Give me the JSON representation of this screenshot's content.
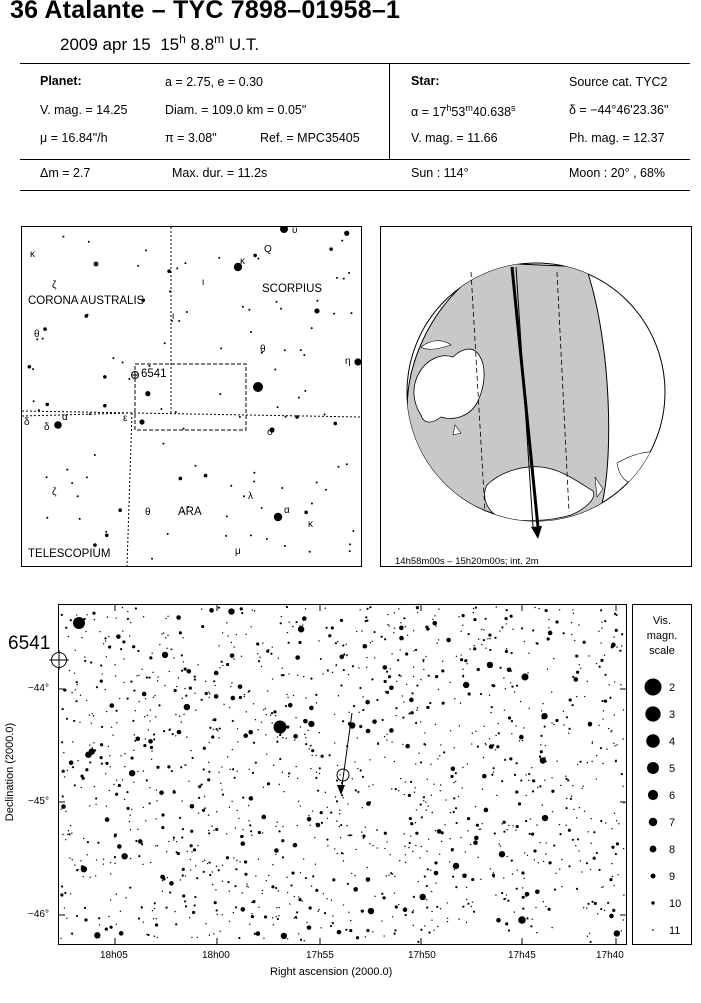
{
  "header": {
    "title": "36 Atalante  –  TYC 7898–01958–1",
    "date": "2009 apr 15",
    "time_hour": "15",
    "time_hour_sup": "h",
    "time_min": " 8.8",
    "time_min_sup": "m",
    "time_suffix": " U.T."
  },
  "planet": {
    "heading": "Planet:",
    "orbit": "a = 2.75, e = 0.30",
    "vmag": "V. mag. = 14.25",
    "diam": "Diam. = 109.0 km = 0.05\"",
    "mu": "μ = 16.84\"/h",
    "pi": "π = 3.08\"",
    "ref": "Ref. = MPC35405"
  },
  "star": {
    "heading": "Star:",
    "source": "Source cat.  TYC2",
    "alpha_pre": "α = 17",
    "alpha_h": "h",
    "alpha_m_val": "53",
    "alpha_m": "m",
    "alpha_s_val": "40.638",
    "alpha_s": "s",
    "delta": "δ = −44°46'23.36\"",
    "vmag": "V. mag. = 11.66",
    "phmag": "Ph. mag. = 12.37"
  },
  "summary": {
    "dm": "Δm = 2.7",
    "maxdur": "Max. dur. = 11.2s",
    "sun": "Sun : 114°",
    "moon": "Moon :  20° , 68%"
  },
  "finder": {
    "labels": {
      "corona": "CORONA AUSTRALIS",
      "scorpius": "SCORPIUS",
      "telescopium": "TELESCOPIUM",
      "ara": "ARA",
      "asteroid_id": "6541"
    },
    "greek": [
      "κ",
      "υ",
      "Q",
      "κ",
      "ι",
      "ζ",
      "ι",
      "θ",
      "θ",
      "η",
      "δ",
      "δ",
      "α",
      "ε",
      "σ",
      "ζ",
      "θ",
      "λ",
      "α",
      "κ",
      "μ"
    ]
  },
  "globe": {
    "caption": "14h58m00s – 15h20m00s; int.  2m"
  },
  "starmap": {
    "asteroid_id": "6541",
    "dec_ticks": [
      "−44°",
      "−45°",
      "−46°"
    ],
    "ra_ticks": [
      "18h05",
      "18h00",
      "17h55",
      "17h50",
      "17h45",
      "17h40"
    ],
    "xlabel": "Right ascension (2000.0)",
    "ylabel": "Declination (2000.0)"
  },
  "scale": {
    "title_lines": [
      "Vis.",
      "magn.",
      "scale"
    ],
    "mags": [
      "2",
      "3",
      "4",
      "5",
      "6",
      "7",
      "8",
      "9",
      "10",
      "11"
    ]
  },
  "colors": {
    "shadow_fill": "#c8c8c8",
    "land_fill": "#ffffff",
    "ink": "#000000"
  }
}
